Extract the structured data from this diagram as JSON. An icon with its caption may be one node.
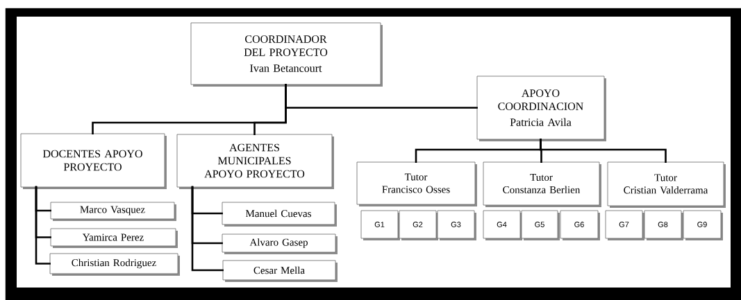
{
  "diagram": {
    "nodes": [
      {
        "text": [
          "COORDINADOR DEL PROYECTO",
          "Ivan Betancourt"
        ]
      },
      {
        "text": [
          "APOYO COORDINACION",
          "Patricia Avila"
        ]
      },
      {
        "text": [
          "DOCENTES APOYO PROYECTO"
        ]
      },
      {
        "text": [
          "AGENTES MUNICIPALES APOYO PROYECTO"
        ]
      },
      {
        "text": [
          "Marco Vasquez"
        ]
      },
      {
        "text": [
          "Yamirca Perez"
        ]
      },
      {
        "text": [
          "Christian Rodriguez"
        ]
      },
      {
        "text": [
          "Manuel Cuevas"
        ]
      },
      {
        "text": [
          "Alvaro Gasep"
        ]
      },
      {
        "text": [
          "Cesar Mella"
        ]
      },
      {
        "text": [
          "Tutor",
          "Francisco Osses"
        ]
      },
      {
        "text": [
          "Tutor",
          "Constanza Berlien"
        ]
      },
      {
        "text": [
          "Tutor",
          "Cristian Valderrama"
        ]
      },
      {
        "text": [
          "G1"
        ]
      },
      {
        "text": [
          "G2"
        ]
      },
      {
        "text": [
          "G3"
        ]
      },
      {
        "text": [
          "G4"
        ]
      },
      {
        "text": [
          "G5"
        ]
      },
      {
        "text": [
          "G6"
        ]
      },
      {
        "text": [
          "G7"
        ]
      },
      {
        "text": [
          "G8"
        ]
      },
      {
        "text": [
          "G9"
        ]
      }
    ],
    "edges": [
      {
        "from": 0,
        "to": 1,
        "arrow": "none"
      },
      {
        "from": 0,
        "to": 2,
        "arrow": "none"
      },
      {
        "from": 0,
        "to": 3,
        "arrow": "none"
      },
      {
        "from": 2,
        "to": 4,
        "arrow": "none"
      },
      {
        "from": 2,
        "to": 5,
        "arrow": "none"
      },
      {
        "from": 2,
        "to": 6,
        "arrow": "none"
      },
      {
        "from": 3,
        "to": 7,
        "arrow": "none"
      },
      {
        "from": 3,
        "to": 8,
        "arrow": "none"
      },
      {
        "from": 3,
        "to": 9,
        "arrow": "none"
      },
      {
        "from": 1,
        "to": 10,
        "arrow": "none"
      },
      {
        "from": 1,
        "to": 11,
        "arrow": "none"
      },
      {
        "from": 1,
        "to": 12,
        "arrow": "none"
      }
    ]
  }
}
